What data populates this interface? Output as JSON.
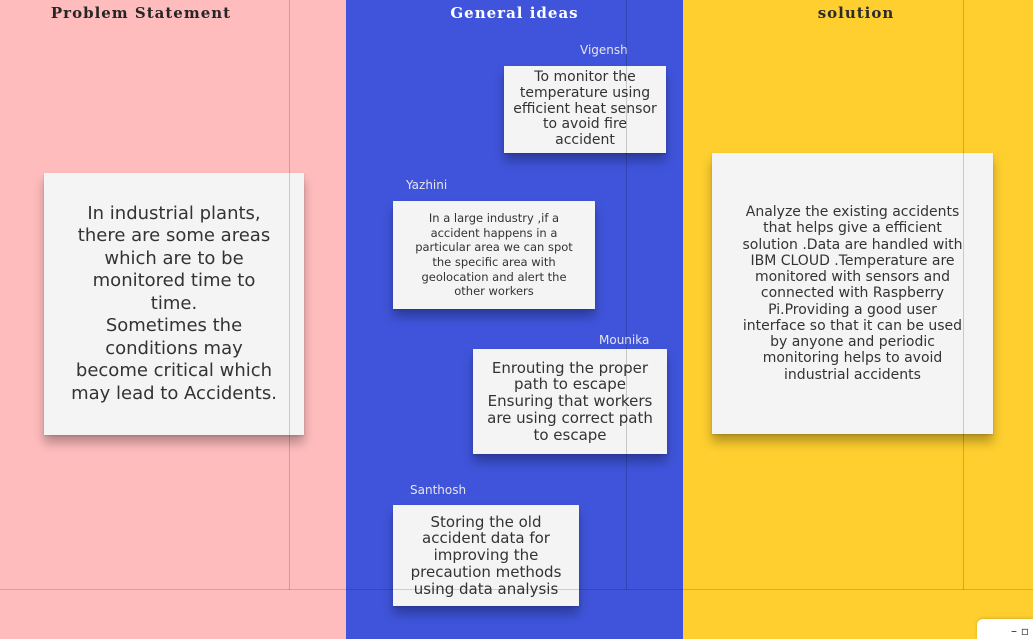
{
  "columns": {
    "problem": {
      "title": "Problem Statement",
      "color": "#ffbcbd"
    },
    "ideas": {
      "title": "General ideas",
      "color": "#3f54db"
    },
    "solution": {
      "title": "solution",
      "color": "#fecf2e"
    }
  },
  "problem_note": "In  industrial plants,\nthere are some areas\nwhich are to be\nmonitored time to\ntime.\nSometimes the\nconditions may\nbecome critical which\nmay lead to Accidents.",
  "ideas": [
    {
      "author": "Vigensh",
      "text": "To monitor the\ntemperature using\nefficient heat sensor\nto avoid fire accident"
    },
    {
      "author": "Yazhini",
      "text": "In a large industry ,if a\naccident happens in a\nparticular area we can spot\nthe specific area with\ngeolocation and alert the\nother workers"
    },
    {
      "author": "Mounika",
      "text": "Enrouting the proper\npath to escape\nEnsuring that workers\nare using correct path\nto escape"
    },
    {
      "author": "Santhosh",
      "text": "Storing the old\naccident data for\nimproving the\nprecaution methods\nusing data analysis"
    }
  ],
  "solution_note": "Analyze the existing accidents\nthat helps  give a efficient\nsolution .Data are handled with\nIBM CLOUD .Temperature are\nmonitored with sensors and\nconnected with Raspberry\nPi.Providing a good user\ninterface so that it can be used\nby anyone and periodic\nmonitoring helps to avoid\nindustrial accidents",
  "corner_icon": "minimap-icon"
}
